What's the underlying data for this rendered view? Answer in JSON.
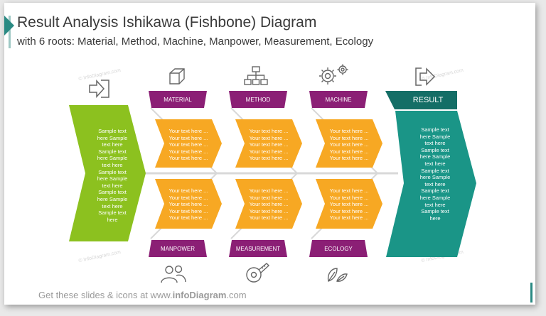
{
  "header": {
    "title": "Result Analysis Ishikawa (Fishbone) Diagram",
    "subtitle": "with 6 roots: Material, Method, Machine, Manpower, Measurement, Ecology"
  },
  "start_block": {
    "lines": [
      "Sample text",
      "here Sample",
      "text here",
      "Sample text",
      "here Sample",
      "text here",
      "Sample text",
      "here Sample",
      "text here",
      "Sample text",
      "here Sample",
      "text here",
      "Sample text",
      "here"
    ]
  },
  "causes_top": [
    {
      "label": "MATERIAL",
      "icon": "cube-icon"
    },
    {
      "label": "METHOD",
      "icon": "hierarchy-icon"
    },
    {
      "label": "MACHINE",
      "icon": "gears-icon"
    }
  ],
  "causes_bottom": [
    {
      "label": "MANPOWER",
      "icon": "people-icon"
    },
    {
      "label": "MEASUREMENT",
      "icon": "tape-measure-icon"
    },
    {
      "label": "ECOLOGY",
      "icon": "leaves-icon"
    }
  ],
  "bone_text": {
    "lines": [
      "Your text here ...",
      "Your text here ...",
      "Your text here ...",
      "Your text here ...",
      "Your text here ..."
    ]
  },
  "result": {
    "label": "RESULT",
    "icon": "exit-arrow-icon",
    "lines": [
      "Sample text",
      "here Sample",
      "text here",
      "Sample text",
      "here Sample",
      "text here",
      "Sample text",
      "here Sample",
      "text here",
      "Sample text",
      "here Sample",
      "text here",
      "Sample text",
      "here"
    ]
  },
  "watermark": "© InfoDiagram.com",
  "footer": {
    "prefix": "Get these slides & icons at www.",
    "brand": "infoDiagram",
    "suffix": ".com"
  },
  "colors": {
    "green": "#8cc11f",
    "orange": "#f7a823",
    "purple": "#8b1f75",
    "teal": "#1a9587",
    "teal_dark": "#146e66",
    "spine": "#d8d8d8"
  }
}
